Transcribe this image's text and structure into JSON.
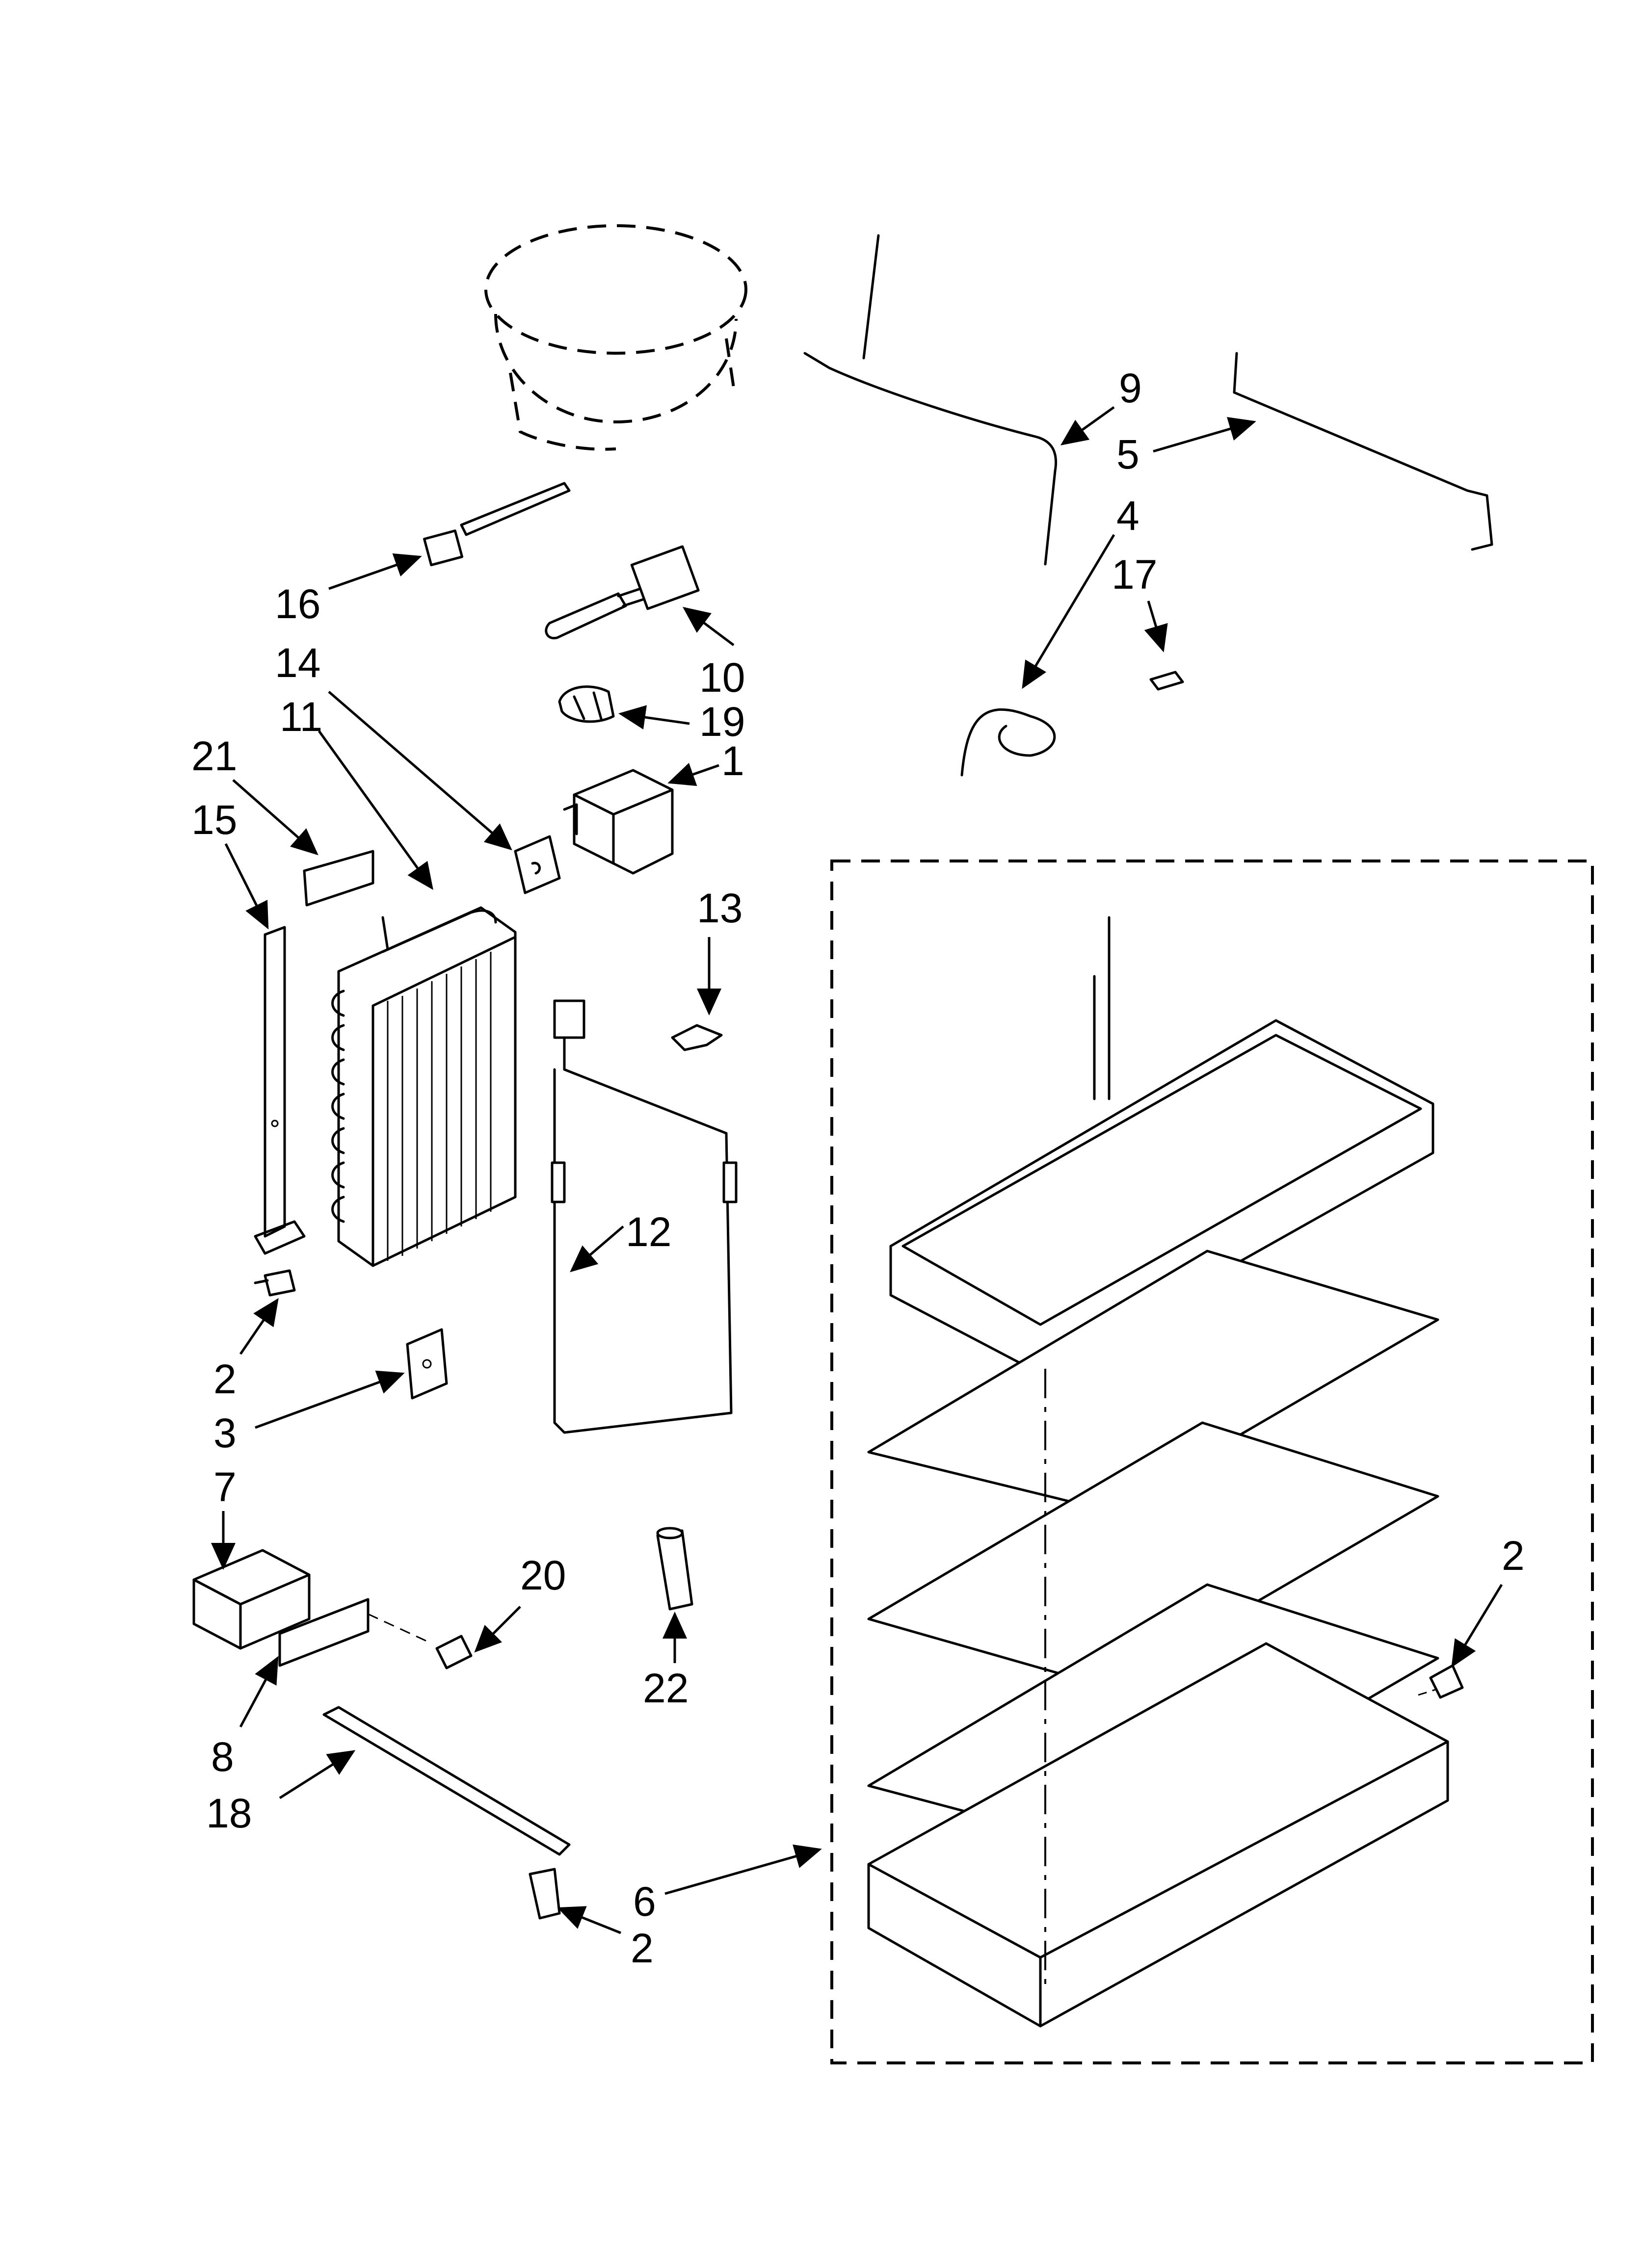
{
  "callouts": {
    "c1": "1",
    "c2a": "2",
    "c2b": "2",
    "c2c": "2",
    "c3": "3",
    "c4": "4",
    "c5": "5",
    "c6": "6",
    "c7": "7",
    "c8": "8",
    "c9": "9",
    "c10": "10",
    "c11": "11",
    "c12": "12",
    "c13": "13",
    "c14": "14",
    "c15": "15",
    "c16": "16",
    "c17": "17",
    "c18": "18",
    "c19": "19",
    "c20": "20",
    "c21": "21",
    "c22": "22"
  },
  "colors": {
    "line": "#000000",
    "background": "#ffffff"
  }
}
